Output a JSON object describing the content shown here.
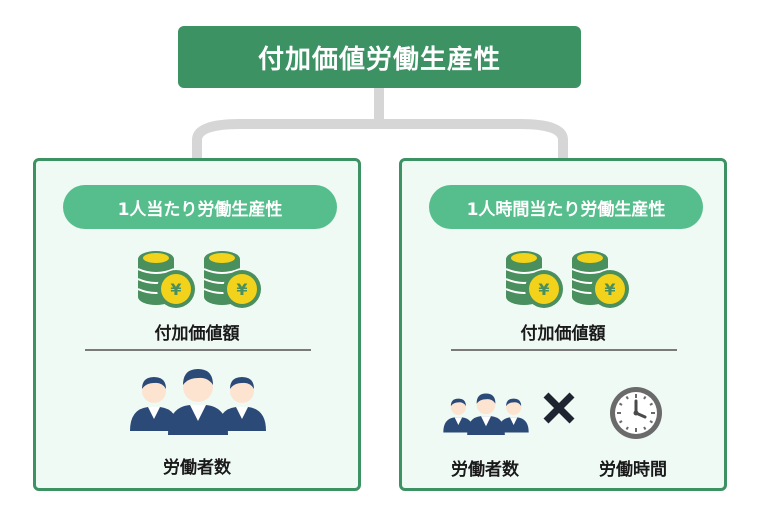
{
  "title": "付加価値労働生産性",
  "left_panel": {
    "heading": "1人当たり労働生産性",
    "numerator": "付加価値額",
    "denominator": "労働者数"
  },
  "right_panel": {
    "heading": "1人時間当たり労働生産性",
    "numerator": "付加価値額",
    "denominator_a": "労働者数",
    "operator": "×",
    "denominator_b": "労働時間"
  },
  "icons": {
    "coin": "yen-coin-stack-icon",
    "people": "workers-group-icon",
    "clock": "clock-icon",
    "times": "multiply-icon"
  },
  "colors": {
    "title_bg": "#3d9264",
    "pill_bg": "#56bd8c",
    "panel_bg": "#f0faf5",
    "coin_gold": "#f2d21b",
    "coin_green": "#4a8f5e",
    "person_navy": "#2b4a78"
  }
}
